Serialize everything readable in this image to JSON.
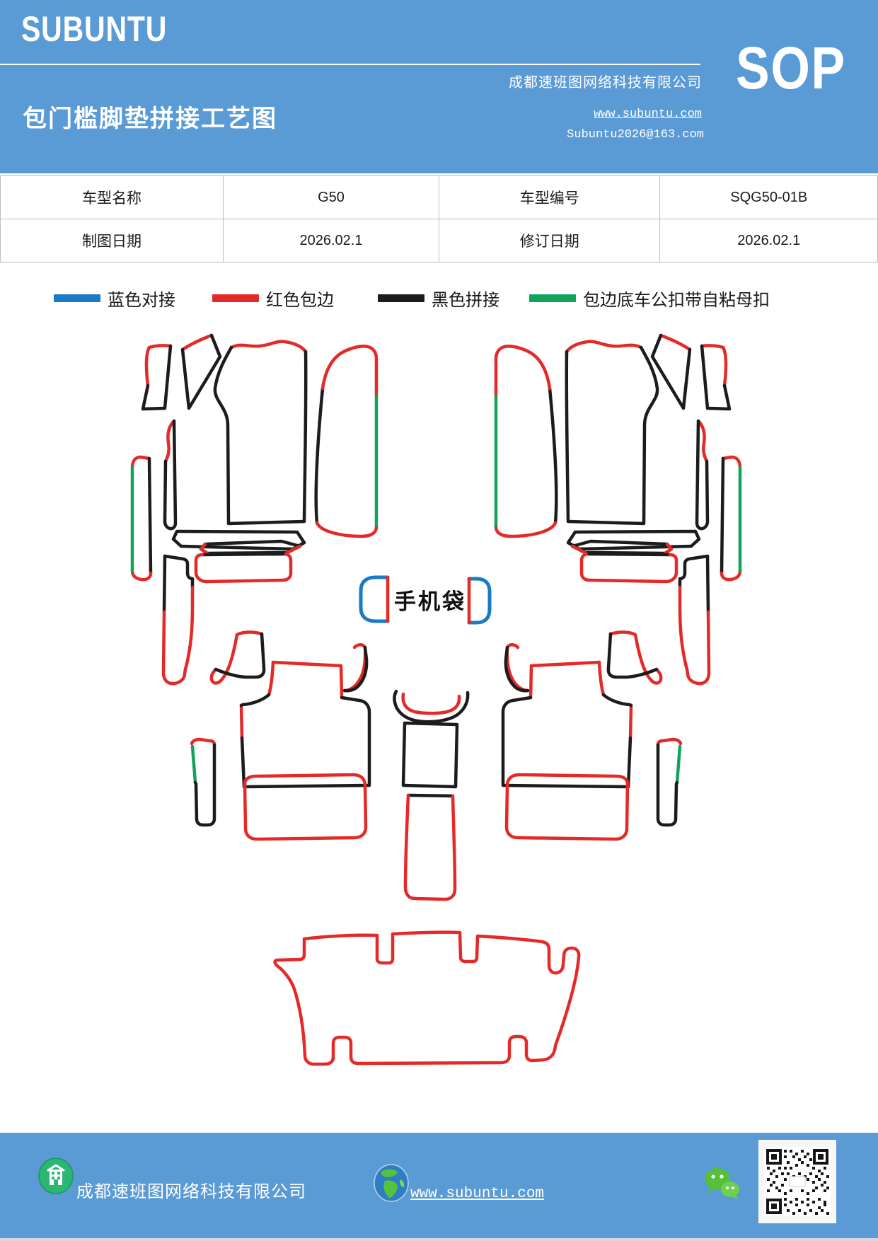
{
  "colors": {
    "header-bg": "#5b9bd5",
    "footer-bg": "#5b9bd5",
    "footer-strip": "#d9d9d9",
    "table-border": "#bdbdbd",
    "line-red": "#e42a28",
    "line-black": "#1c1c1c",
    "line-blue": "#1a7ac6",
    "line-green": "#12a35a",
    "icon-green": "#2bb673",
    "wechat-green": "#55c038",
    "qr-dark": "#151515"
  },
  "header": {
    "logo": "SUBUNTU",
    "company": "成都速班图网络科技有限公司",
    "sop": "SOP",
    "title": "包门槛脚垫拼接工艺图",
    "website": "www.subuntu.com",
    "email": "Subuntu2026@163.com"
  },
  "info_table": {
    "rows": [
      [
        "车型名称",
        "G50",
        "车型编号",
        "SQG50-01B"
      ],
      [
        "制图日期",
        "2026.02.1",
        "修订日期",
        "2026.02.1"
      ]
    ]
  },
  "legend": {
    "items": [
      {
        "label": "蓝色对接",
        "color": "#1a7ac6"
      },
      {
        "label": "红色包边",
        "color": "#e42a28"
      },
      {
        "label": "黑色拼接",
        "color": "#1c1c1c"
      },
      {
        "label": "包边底车公扣带自粘母扣",
        "color": "#12a35a"
      }
    ]
  },
  "diagram": {
    "phone_bag_label": "手机袋"
  },
  "footer": {
    "company": "成都速班图网络科技有限公司",
    "website": "www.subuntu.com"
  }
}
